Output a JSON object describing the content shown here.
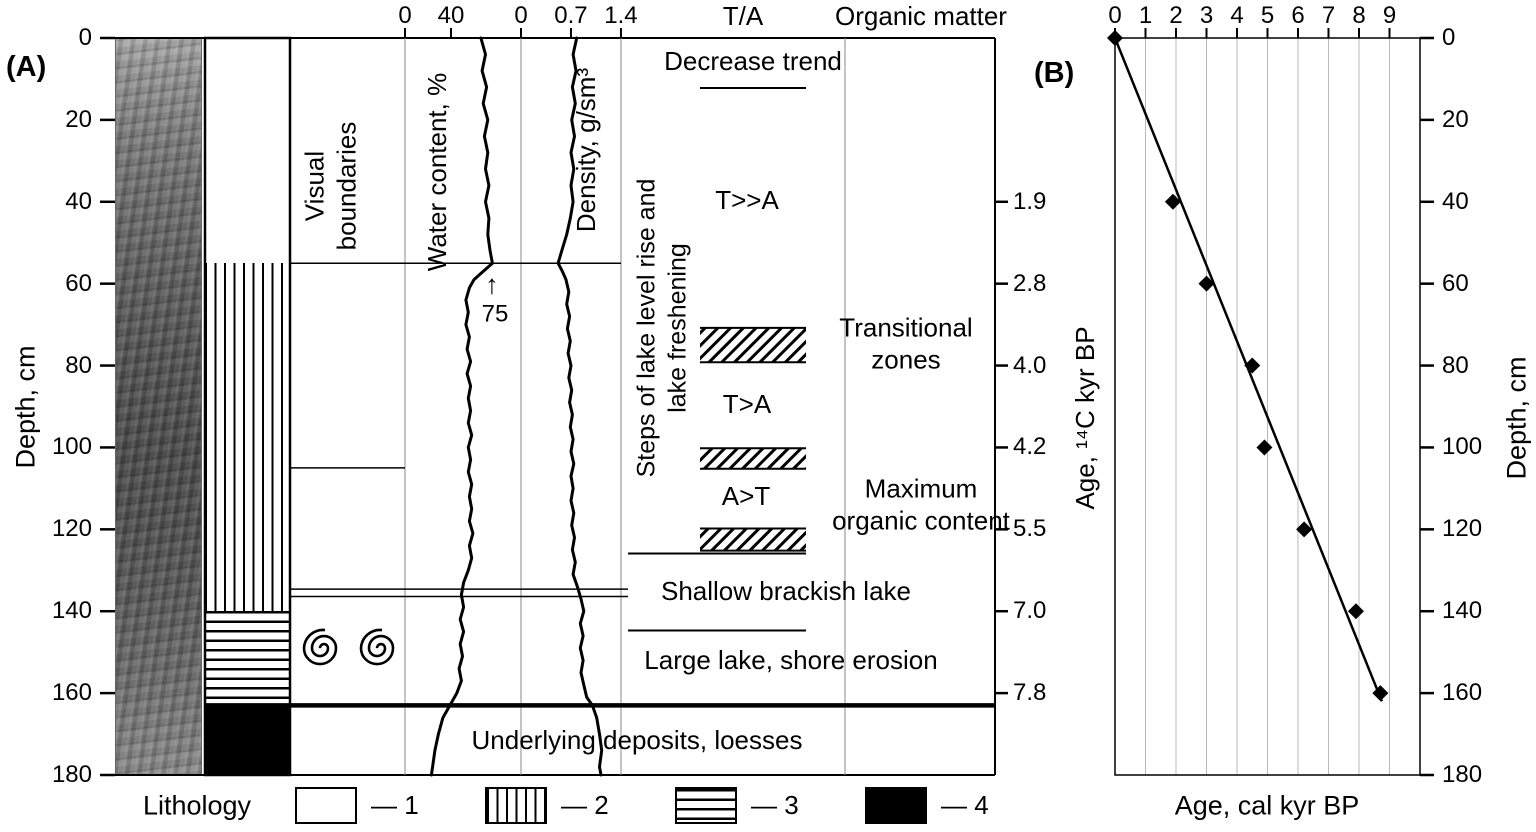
{
  "panel_a": {
    "label": "(A)",
    "depth_axis": {
      "label": "Depth, cm",
      "ticks": [
        0,
        20,
        40,
        60,
        80,
        100,
        120,
        140,
        160,
        180
      ]
    },
    "lithology": {
      "units": [
        {
          "key": 1,
          "pattern": "blank",
          "top_cm": 0,
          "bottom_cm": 55
        },
        {
          "key": 2,
          "pattern": "vstripes",
          "top_cm": 55,
          "bottom_cm": 140
        },
        {
          "key": 3,
          "pattern": "hstripes",
          "top_cm": 140,
          "bottom_cm": 163
        },
        {
          "key": 4,
          "pattern": "solid",
          "top_cm": 163,
          "bottom_cm": 180
        }
      ]
    },
    "visual_boundaries_label": "Visual boundaries",
    "water_axis": {
      "label": "Water content, %",
      "ticks": [
        0,
        40
      ],
      "peak_arrow": "↑",
      "peak_label": "75"
    },
    "density_axis": {
      "label": "Density, g/sm³",
      "ticks": [
        "0",
        "0.7",
        "1.4"
      ]
    },
    "ta_header": "T/A",
    "organic_header": "Organic matter",
    "steps_label": "Steps of lake level rise and lake freshening",
    "zones": {
      "decrease_trend": "Decrease trend",
      "t_much_greater_a": "T>>A",
      "t_greater_a": "T>A",
      "a_greater_t": "A>T",
      "transitional_zones": "Transitional zones",
      "maximum_organic": "Maximum organic content",
      "shallow_brackish": "Shallow brackish lake",
      "large_lake": "Large lake, shore erosion",
      "underlying": "Underlying deposits, loesses"
    },
    "age_axis_14c": {
      "label": "Age, ¹⁴C kyr BP",
      "ticks": [
        {
          "label": "1.9",
          "depth": 40
        },
        {
          "label": "2.8",
          "depth": 60
        },
        {
          "label": "4.0",
          "depth": 80
        },
        {
          "label": "4.2",
          "depth": 100
        },
        {
          "label": "5.5",
          "depth": 120
        },
        {
          "label": "7.0",
          "depth": 140
        },
        {
          "label": "7.8",
          "depth": 160
        }
      ]
    },
    "boundary_lines": [
      {
        "depth": 55,
        "span": "wd"
      },
      {
        "depth": 105,
        "span": "vb"
      },
      {
        "depth": 134.6,
        "span": "wide"
      },
      {
        "depth": 136.4,
        "span": "wide"
      },
      {
        "depth": 163,
        "span": "full",
        "thick": true
      }
    ],
    "annotation_lines": [
      {
        "depth": 12.2,
        "span": "bar"
      },
      {
        "depth": 125.9,
        "span": "text"
      },
      {
        "depth": 144.7,
        "span": "text"
      }
    ],
    "transition_bars_cm": [
      [
        70.8,
        79.2
      ],
      [
        100.2,
        105.2
      ],
      [
        119.8,
        125.2
      ]
    ],
    "shell_symbols": {
      "name": "gastropod-shell",
      "count": 2,
      "depth_cm": 149
    }
  },
  "panel_b": {
    "label": "(B)",
    "bottom_label": "Age, cal kyr BP",
    "depth_axis": {
      "label": "Depth, cm",
      "ticks": [
        0,
        20,
        40,
        60,
        80,
        100,
        120,
        140,
        160,
        180
      ]
    }
  },
  "legend": {
    "title": "Lithology",
    "items": [
      {
        "label": "— 1",
        "pattern": "blank"
      },
      {
        "label": "— 2",
        "pattern": "vstripes"
      },
      {
        "label": "— 3",
        "pattern": "hstripes"
      },
      {
        "label": "— 4",
        "pattern": "solid"
      }
    ]
  },
  "chart_data": [
    {
      "type": "line",
      "name": "water-content-profile",
      "xlabel": "Water content, %",
      "ylabel": "Depth, cm",
      "xlim": [
        0,
        80
      ],
      "ylim": [
        0,
        180
      ],
      "points": [
        [
          0,
          66
        ],
        [
          4,
          70
        ],
        [
          8,
          67
        ],
        [
          12,
          71
        ],
        [
          16,
          68
        ],
        [
          20,
          72
        ],
        [
          24,
          69
        ],
        [
          28,
          72
        ],
        [
          32,
          70
        ],
        [
          36,
          73
        ],
        [
          40,
          70
        ],
        [
          44,
          73
        ],
        [
          48,
          72
        ],
        [
          52,
          74
        ],
        [
          55,
          76
        ],
        [
          57,
          68
        ],
        [
          59,
          60
        ],
        [
          61,
          56
        ],
        [
          64,
          53
        ],
        [
          67,
          55
        ],
        [
          70,
          53
        ],
        [
          73,
          56
        ],
        [
          76,
          54
        ],
        [
          79,
          57
        ],
        [
          82,
          54
        ],
        [
          85,
          57
        ],
        [
          88,
          55
        ],
        [
          91,
          57
        ],
        [
          94,
          55
        ],
        [
          97,
          58
        ],
        [
          100,
          55
        ],
        [
          103,
          57
        ],
        [
          106,
          55
        ],
        [
          109,
          58
        ],
        [
          112,
          56
        ],
        [
          115,
          58
        ],
        [
          118,
          56
        ],
        [
          121,
          59
        ],
        [
          124,
          56
        ],
        [
          127,
          58
        ],
        [
          130,
          55
        ],
        [
          133,
          51
        ],
        [
          136,
          49
        ],
        [
          139,
          51
        ],
        [
          142,
          48
        ],
        [
          145,
          51
        ],
        [
          148,
          48
        ],
        [
          151,
          50
        ],
        [
          154,
          47
        ],
        [
          157,
          49
        ],
        [
          160,
          45
        ],
        [
          163,
          39
        ],
        [
          166,
          33
        ],
        [
          170,
          29
        ],
        [
          174,
          26
        ],
        [
          178,
          24
        ],
        [
          180,
          23
        ]
      ]
    },
    {
      "type": "line",
      "name": "density-profile",
      "xlabel": "Density, g/sm³",
      "ylabel": "Depth, cm",
      "xlim": [
        0,
        1.4
      ],
      "ylim": [
        0,
        180
      ],
      "points": [
        [
          0,
          0.78
        ],
        [
          4,
          0.73
        ],
        [
          8,
          0.77
        ],
        [
          12,
          0.72
        ],
        [
          16,
          0.76
        ],
        [
          20,
          0.71
        ],
        [
          24,
          0.75
        ],
        [
          28,
          0.7
        ],
        [
          32,
          0.74
        ],
        [
          36,
          0.7
        ],
        [
          40,
          0.73
        ],
        [
          44,
          0.69
        ],
        [
          48,
          0.64
        ],
        [
          52,
          0.57
        ],
        [
          55,
          0.52
        ],
        [
          57,
          0.58
        ],
        [
          59,
          0.63
        ],
        [
          62,
          0.67
        ],
        [
          65,
          0.64
        ],
        [
          68,
          0.68
        ],
        [
          71,
          0.65
        ],
        [
          74,
          0.69
        ],
        [
          77,
          0.66
        ],
        [
          80,
          0.7
        ],
        [
          83,
          0.67
        ],
        [
          86,
          0.71
        ],
        [
          89,
          0.68
        ],
        [
          92,
          0.72
        ],
        [
          95,
          0.69
        ],
        [
          98,
          0.73
        ],
        [
          101,
          0.7
        ],
        [
          104,
          0.74
        ],
        [
          107,
          0.7
        ],
        [
          110,
          0.73
        ],
        [
          113,
          0.7
        ],
        [
          116,
          0.74
        ],
        [
          119,
          0.71
        ],
        [
          122,
          0.75
        ],
        [
          125,
          0.72
        ],
        [
          128,
          0.76
        ],
        [
          131,
          0.73
        ],
        [
          134,
          0.79
        ],
        [
          137,
          0.84
        ],
        [
          140,
          0.88
        ],
        [
          143,
          0.83
        ],
        [
          146,
          0.87
        ],
        [
          149,
          0.83
        ],
        [
          152,
          0.87
        ],
        [
          155,
          0.84
        ],
        [
          158,
          0.88
        ],
        [
          161,
          0.92
        ],
        [
          163,
          1.0
        ],
        [
          166,
          1.06
        ],
        [
          170,
          1.1
        ],
        [
          174,
          1.13
        ],
        [
          178,
          1.1
        ],
        [
          180,
          1.12
        ]
      ]
    },
    {
      "type": "scatter",
      "name": "age-depth-model",
      "xlabel": "Age, cal kyr BP",
      "ylabel": "Depth, cm",
      "xlim": [
        0,
        10
      ],
      "ylim": [
        0,
        180
      ],
      "x_ticks": [
        0,
        1,
        2,
        3,
        4,
        5,
        6,
        7,
        8,
        9
      ],
      "points": [
        [
          0,
          0
        ],
        [
          1.9,
          40
        ],
        [
          3.0,
          60
        ],
        [
          4.5,
          80
        ],
        [
          4.9,
          100
        ],
        [
          6.2,
          120
        ],
        [
          7.9,
          140
        ],
        [
          8.7,
          160
        ]
      ],
      "fit_line": [
        [
          0,
          0
        ],
        [
          8.75,
          162
        ]
      ]
    }
  ]
}
